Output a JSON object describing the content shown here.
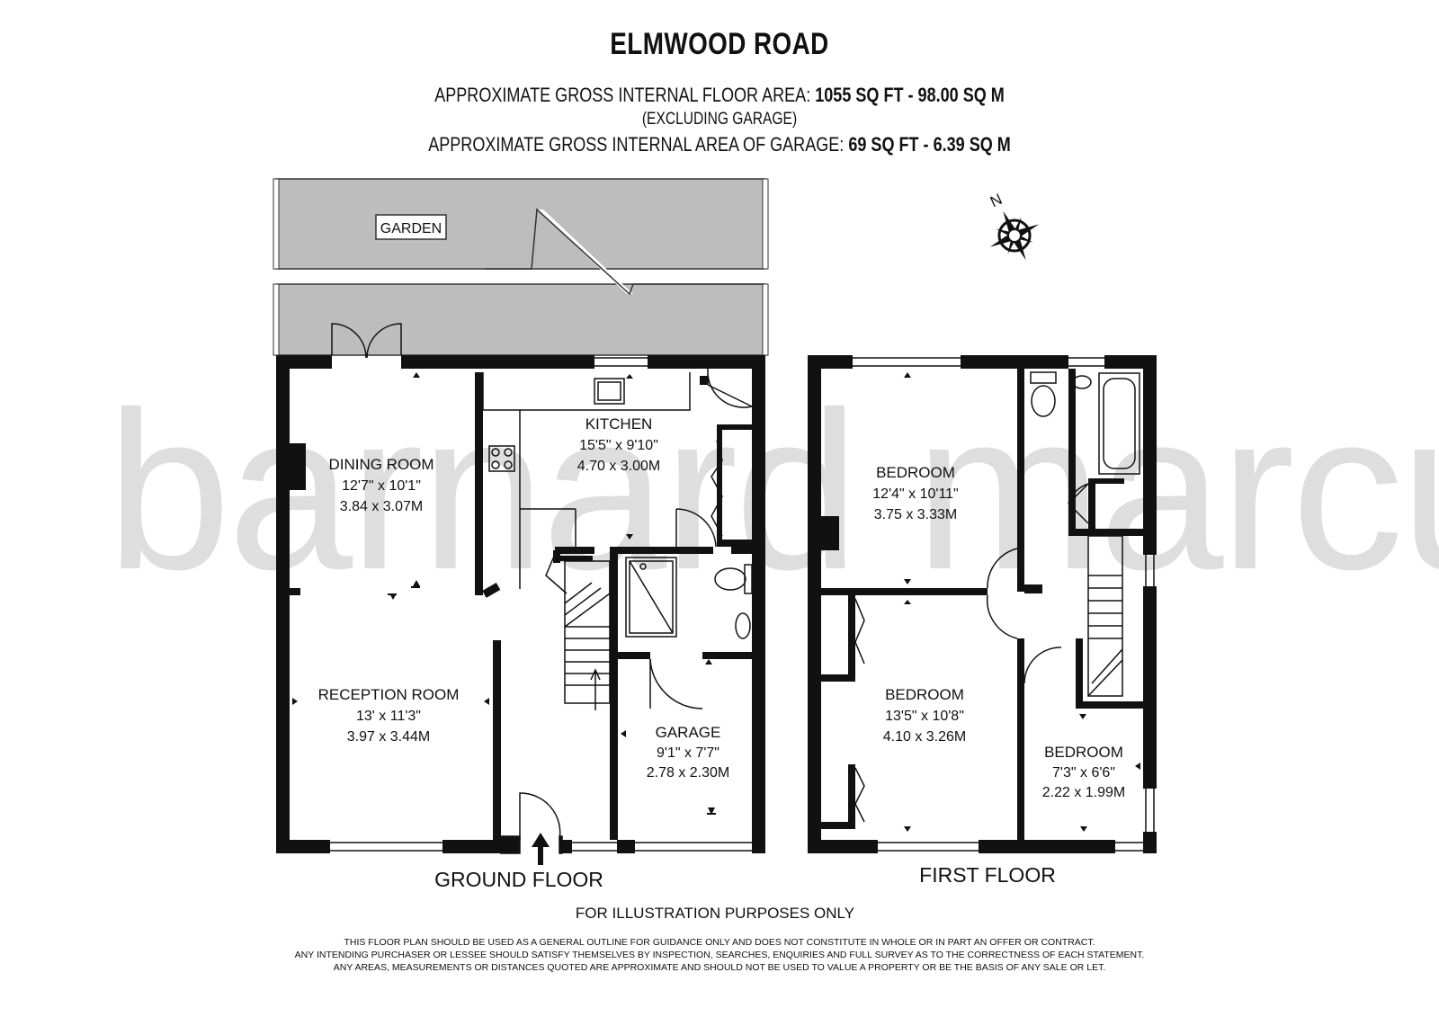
{
  "header": {
    "title": "ELMWOOD ROAD",
    "area_label": "APPROXIMATE GROSS INTERNAL FLOOR AREA:",
    "area_value": "1055 SQ FT  -  98.00 SQ M",
    "excluding": "(EXCLUDING GARAGE)",
    "garage_label": "APPROXIMATE GROSS INTERNAL AREA OF GARAGE:",
    "garage_value": "69 SQ FT  -  6.39 SQ M"
  },
  "watermark": "barnard marcus",
  "compass": {
    "label": "N"
  },
  "garden": {
    "label": "GARDEN"
  },
  "ground_floor": {
    "label": "GROUND FLOOR",
    "rooms": [
      {
        "name": "DINING ROOM",
        "imperial": "12'7\" x 10'1\"",
        "metric": "3.84 x 3.07M"
      },
      {
        "name": "KITCHEN",
        "imperial": "15'5\" x 9'10\"",
        "metric": "4.70 x 3.00M"
      },
      {
        "name": "RECEPTION ROOM",
        "imperial": "13' x 11'3\"",
        "metric": "3.97 x 3.44M"
      },
      {
        "name": "GARAGE",
        "imperial": "9'1\" x 7'7\"",
        "metric": "2.78 x 2.30M"
      }
    ]
  },
  "first_floor": {
    "label": "FIRST FLOOR",
    "rooms": [
      {
        "name": "BEDROOM",
        "imperial": "12'4\" x 10'11\"",
        "metric": "3.75 x 3.33M"
      },
      {
        "name": "BEDROOM",
        "imperial": "13'5\" x 10'8\"",
        "metric": "4.10 x 3.26M"
      },
      {
        "name": "BEDROOM",
        "imperial": "7'3\" x 6'6\"",
        "metric": "2.22 x 1.99M"
      }
    ]
  },
  "footer": {
    "illustration": "FOR ILLUSTRATION PURPOSES ONLY",
    "disclaimer": [
      "THIS FLOOR PLAN SHOULD BE USED AS A GENERAL OUTLINE FOR GUIDANCE ONLY AND DOES NOT CONSTITUTE IN WHOLE OR IN PART AN OFFER OR CONTRACT.",
      "ANY INTENDING PURCHASER OR LESSEE SHOULD SATISFY THEMSELVES BY INSPECTION, SEARCHES, ENQUIRIES AND FULL SURVEY AS TO THE CORRECTNESS OF EACH STATEMENT.",
      "ANY AREAS, MEASUREMENTS OR DISTANCES QUOTED ARE APPROXIMATE AND SHOULD NOT BE USED TO VALUE A PROPERTY OR BE THE BASIS OF ANY SALE OR LET."
    ]
  },
  "colors": {
    "wall": "#111111",
    "garden": "#bdbdbd",
    "watermark": "#dedede"
  }
}
